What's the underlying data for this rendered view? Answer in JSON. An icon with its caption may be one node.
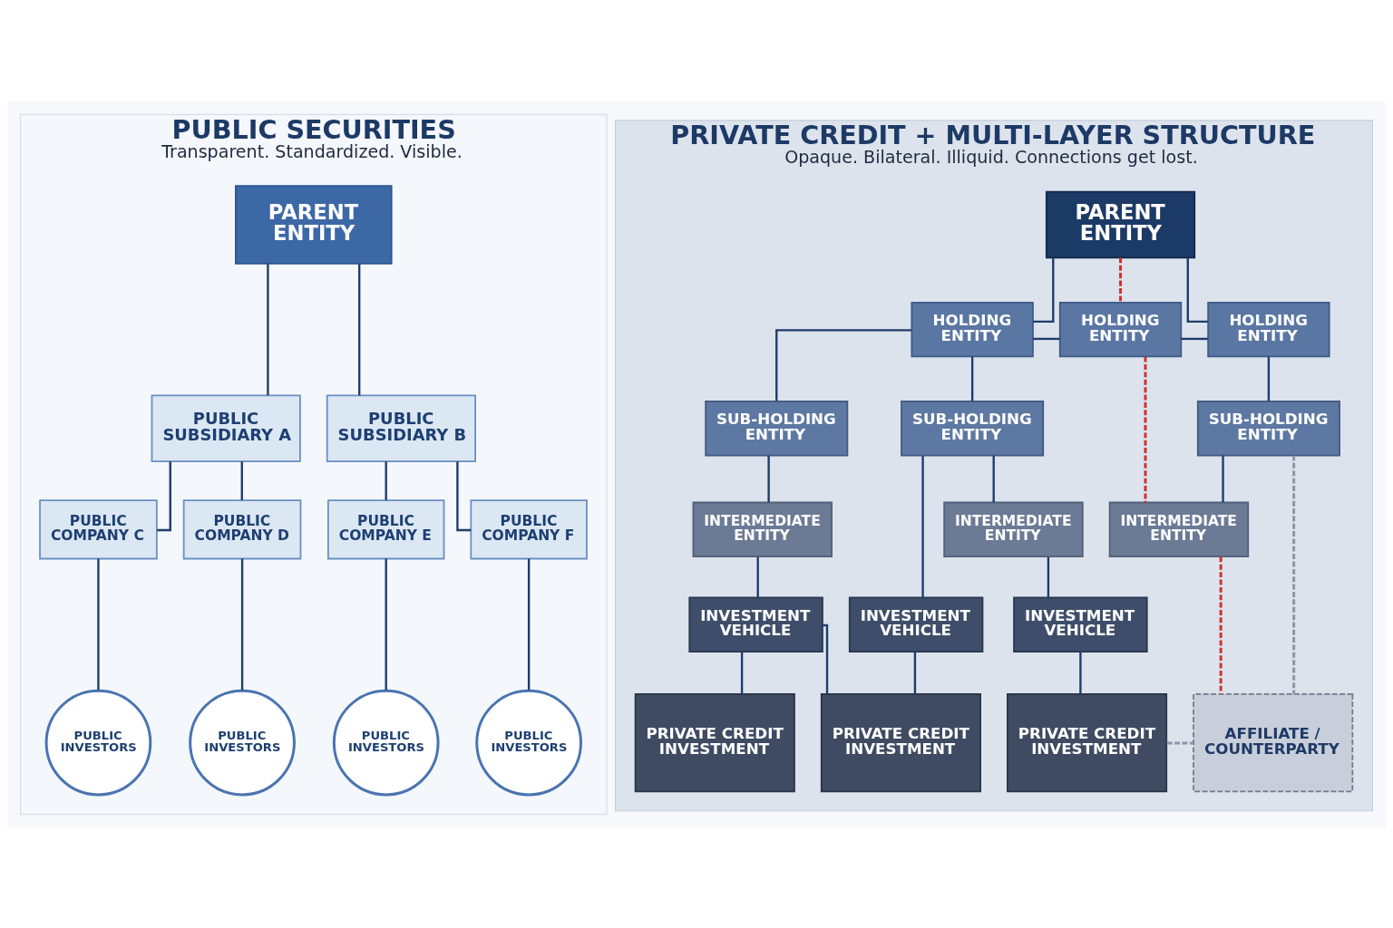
{
  "diagram": {
    "nodes": [
      {
        "text": [
          "PUBLIC SECURITIES",
          "Transparent. Standardized. Visible."
        ]
      },
      {
        "text": [
          "PARENT ENTITY"
        ],
        "in": 0
      },
      {
        "text": [
          "PUBLIC SUBSIDIARY A"
        ],
        "in": 0
      },
      {
        "text": [
          "PUBLIC SUBSIDIARY B"
        ],
        "in": 0
      },
      {
        "text": [
          "PUBLIC COMPANY C"
        ],
        "in": 0
      },
      {
        "text": [
          "PUBLIC COMPANY D"
        ],
        "in": 0
      },
      {
        "text": [
          "PUBLIC COMPANY E"
        ],
        "in": 0
      },
      {
        "text": [
          "PUBLIC COMPANY F"
        ],
        "in": 0
      },
      {
        "text": [
          "PUBLIC INVESTORS"
        ],
        "in": 0
      },
      {
        "text": [
          "PUBLIC INVESTORS"
        ],
        "in": 0
      },
      {
        "text": [
          "PUBLIC INVESTORS"
        ],
        "in": 0
      },
      {
        "text": [
          "PUBLIC INVESTORS"
        ],
        "in": 0
      },
      {
        "text": [
          "PRIVATE CREDIT + MULTI-LAYER STRUCTURE",
          "Opaque. Bilateral. Illiquid. Connections get lost."
        ]
      },
      {
        "text": [
          "PARENT ENTITY"
        ],
        "in": 12
      },
      {
        "text": [
          "HOLDING ENTITY"
        ],
        "in": 12
      },
      {
        "text": [
          "HOLDING ENTITY"
        ],
        "in": 12
      },
      {
        "text": [
          "HOLDING ENTITY"
        ],
        "in": 12
      },
      {
        "text": [
          "SUB-HOLDING ENTITY"
        ],
        "in": 12
      },
      {
        "text": [
          "SUB-HOLDING ENTITY"
        ],
        "in": 12
      },
      {
        "text": [
          "SUB-HOLDING ENTITY"
        ],
        "in": 12
      },
      {
        "text": [
          "INTERMEDIATE ENTITY"
        ],
        "in": 12
      },
      {
        "text": [
          "INTERMEDIATE ENTITY"
        ],
        "in": 12
      },
      {
        "text": [
          "INTERMEDIATE ENTITY"
        ],
        "in": 12
      },
      {
        "text": [
          "INVESTMENT VEHICLE"
        ],
        "in": 12
      },
      {
        "text": [
          "INVESTMENT VEHICLE"
        ],
        "in": 12
      },
      {
        "text": [
          "INVESTMENT VEHICLE"
        ],
        "in": 12
      },
      {
        "text": [
          "PRIVATE CREDIT INVESTMENT"
        ],
        "in": 12
      },
      {
        "text": [
          "PRIVATE CREDIT INVESTMENT"
        ],
        "in": 12
      },
      {
        "text": [
          "PRIVATE CREDIT INVESTMENT"
        ],
        "in": 12
      },
      {
        "text": [
          "AFFILIATE / COUNTERPARTY"
        ],
        "in": 12
      }
    ],
    "edges": [
      {
        "from": 1,
        "to": 2,
        "arrow": "none"
      },
      {
        "from": 1,
        "to": 3,
        "arrow": "none"
      },
      {
        "from": 2,
        "to": 4,
        "arrow": "none"
      },
      {
        "from": 2,
        "to": 5,
        "arrow": "none"
      },
      {
        "from": 3,
        "to": 6,
        "arrow": "none"
      },
      {
        "from": 3,
        "to": 7,
        "arrow": "none"
      },
      {
        "from": 4,
        "to": 8,
        "arrow": "none"
      },
      {
        "from": 5,
        "to": 9,
        "arrow": "none"
      },
      {
        "from": 6,
        "to": 10,
        "arrow": "none"
      },
      {
        "from": 7,
        "to": 11,
        "arrow": "none"
      },
      {
        "from": 13,
        "to": 14,
        "arrow": "none"
      },
      {
        "from": 13,
        "to": 15,
        "arrow": "none",
        "style": "dashed",
        "color": "#d32f2f"
      },
      {
        "from": 13,
        "to": 16,
        "arrow": "none"
      },
      {
        "from": 14,
        "to": 15,
        "arrow": "none"
      },
      {
        "from": 15,
        "to": 16,
        "arrow": "none"
      },
      {
        "from": 14,
        "to": 17,
        "arrow": "none"
      },
      {
        "from": 14,
        "to": 18,
        "arrow": "none"
      },
      {
        "from": 16,
        "to": 19,
        "arrow": "none"
      },
      {
        "from": 17,
        "to": 20,
        "arrow": "none"
      },
      {
        "from": 18,
        "to": 21,
        "arrow": "none"
      },
      {
        "from": 19,
        "to": 22,
        "arrow": "none"
      },
      {
        "from": 15,
        "to": 22,
        "arrow": "none",
        "style": "dashed",
        "color": "#d32f2f"
      },
      {
        "from": 19,
        "to": 29,
        "arrow": "none",
        "style": "dashed",
        "color": "#8a95a8"
      },
      {
        "from": 18,
        "to": 24,
        "arrow": "none"
      },
      {
        "from": 20,
        "to": 23,
        "arrow": "none"
      },
      {
        "from": 21,
        "to": 25,
        "arrow": "none"
      },
      {
        "from": 22,
        "to": 29,
        "arrow": "none",
        "style": "dashed",
        "color": "#d32f2f"
      },
      {
        "from": 23,
        "to": 26,
        "arrow": "none"
      },
      {
        "from": 23,
        "to": 27,
        "arrow": "none"
      },
      {
        "from": 24,
        "to": 27,
        "arrow": "none"
      },
      {
        "from": 25,
        "to": 28,
        "arrow": "none"
      },
      {
        "from": 28,
        "to": 29,
        "arrow": "none",
        "style": "dashed",
        "color": "#8a95a8"
      }
    ]
  }
}
